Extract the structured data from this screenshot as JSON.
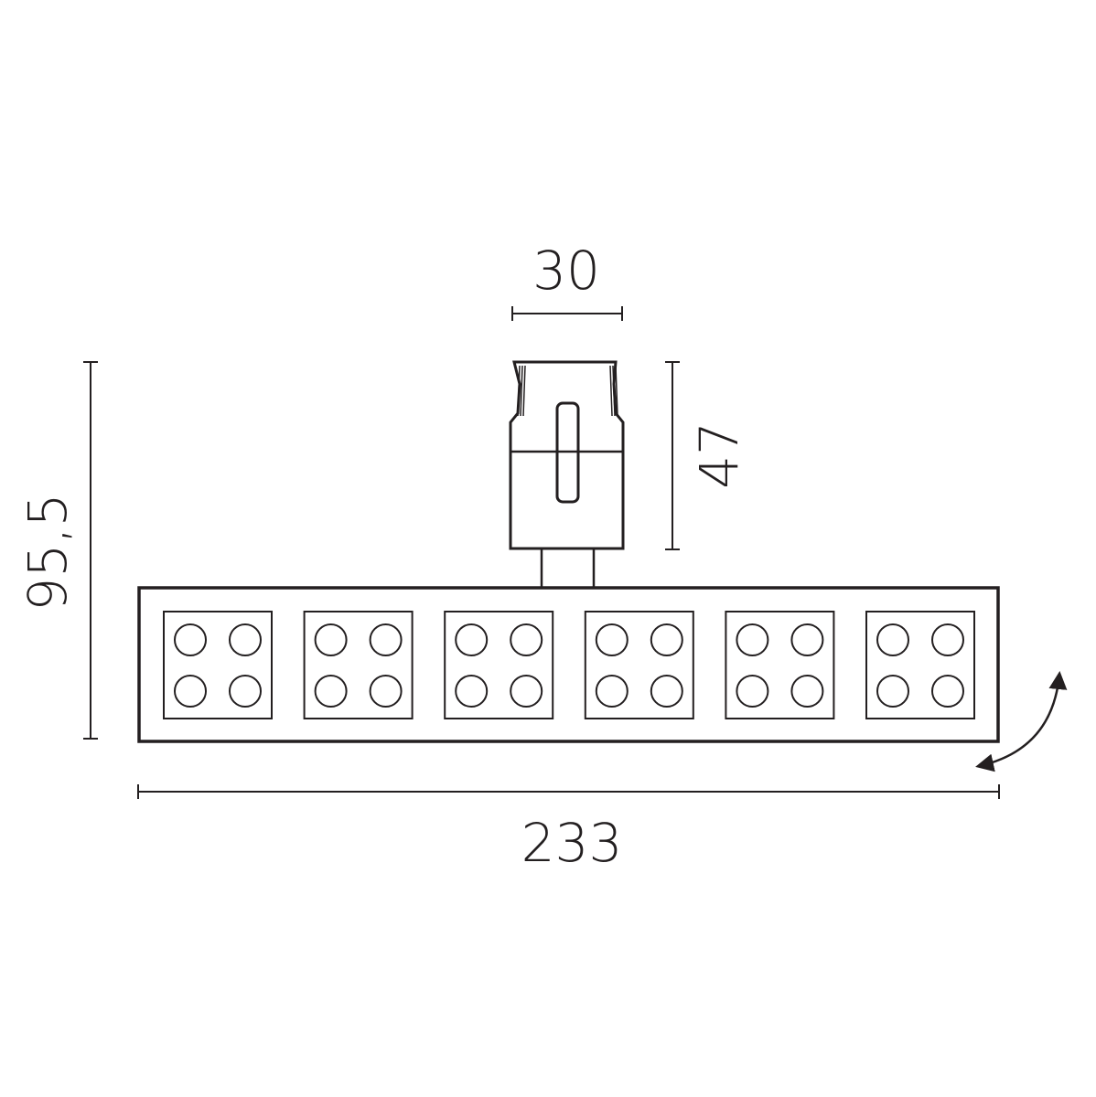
{
  "drawing": {
    "dimensions": {
      "adapter_width": "30",
      "adapter_height": "47",
      "total_height": "95,5",
      "total_length": "233"
    },
    "led_modules": 6,
    "leds_per_module": 4,
    "rotation_indicator": "curved-double-arrow-icon",
    "line_color": "#231f20",
    "background": "#ffffff"
  }
}
